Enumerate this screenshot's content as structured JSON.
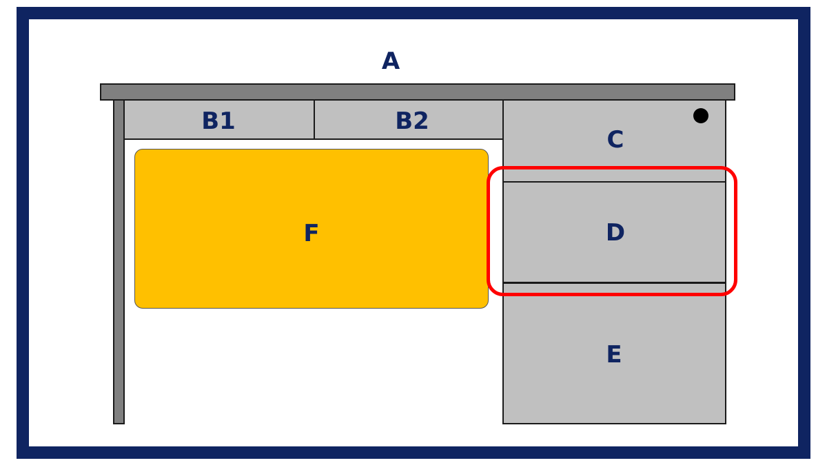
{
  "labels": {
    "top": "A",
    "left_drawer": "B1",
    "center_drawer": "B2",
    "pedestal_top_drawer": "C",
    "pedestal_middle_drawer": "D",
    "pedestal_bottom_drawer": "E",
    "modesty_panel": "F"
  },
  "colors": {
    "frame": "#0f2461",
    "label_text": "#0f2461",
    "desktop": "#808080",
    "drawer_fill": "#c0c0c0",
    "panel": "#ffc000",
    "highlight": "#ff0000",
    "outline": "#1a1a1a"
  },
  "highlighted_part": "pedestal_middle_drawer"
}
